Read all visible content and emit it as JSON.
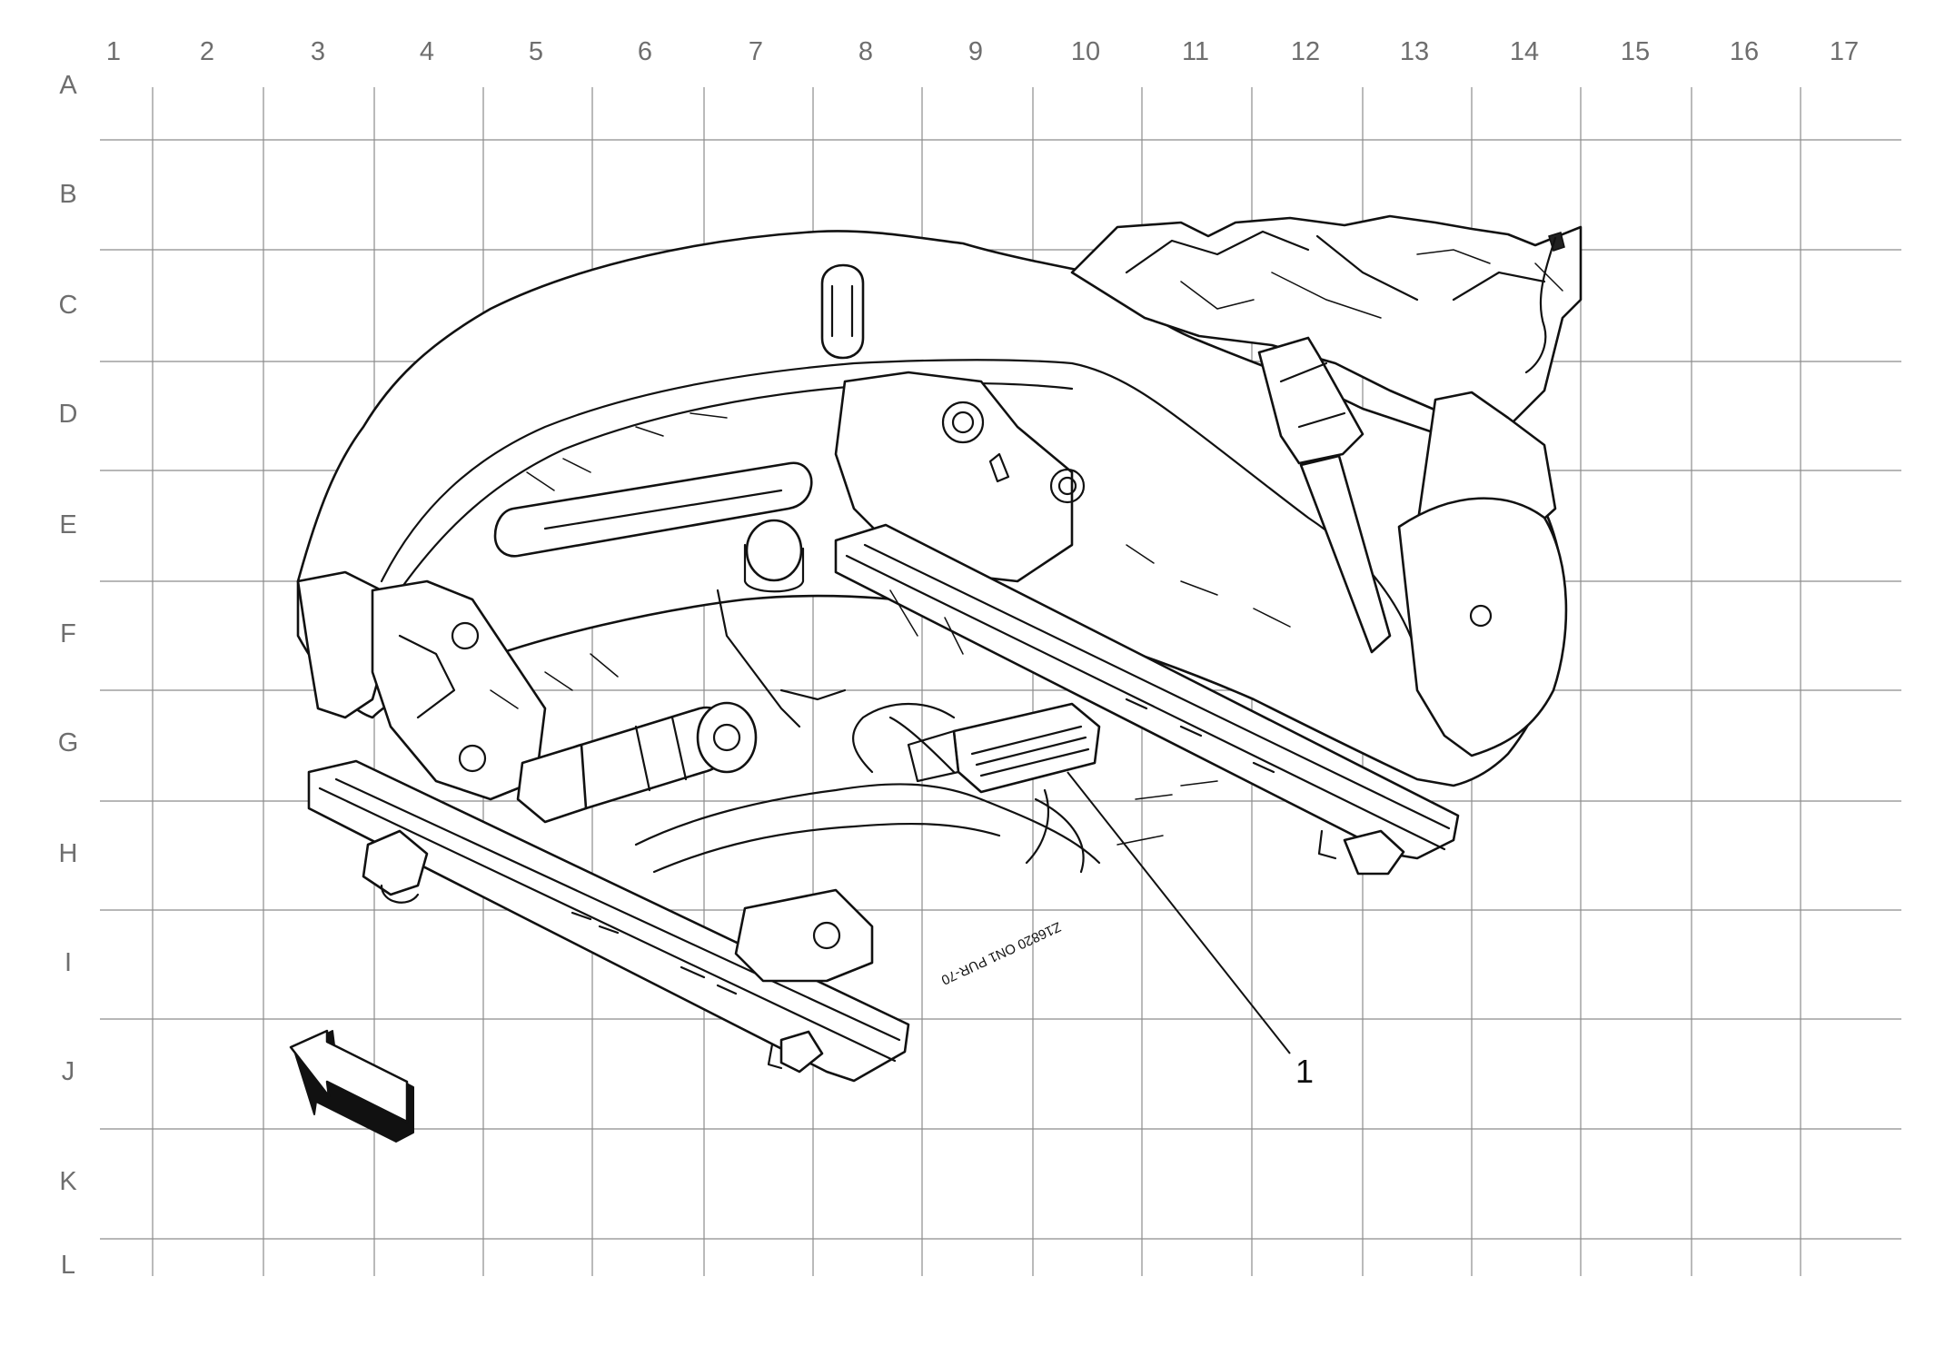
{
  "grid": {
    "columns": [
      "1",
      "2",
      "3",
      "4",
      "5",
      "6",
      "7",
      "8",
      "9",
      "10",
      "11",
      "12",
      "13",
      "14",
      "15",
      "16",
      "17"
    ],
    "rows": [
      "A",
      "B",
      "C",
      "D",
      "E",
      "F",
      "G",
      "H",
      "I",
      "J",
      "K",
      "L"
    ]
  },
  "callouts": [
    {
      "label": "1"
    }
  ],
  "part_markings": {
    "stamp_text": "Z16820 ON1 PUR-70"
  },
  "icons": [
    "direction-arrow-icon"
  ],
  "colors": {
    "line": "#111111",
    "grid": "#8c8c8c",
    "label": "#6e6e6e",
    "background": "#ffffff"
  }
}
